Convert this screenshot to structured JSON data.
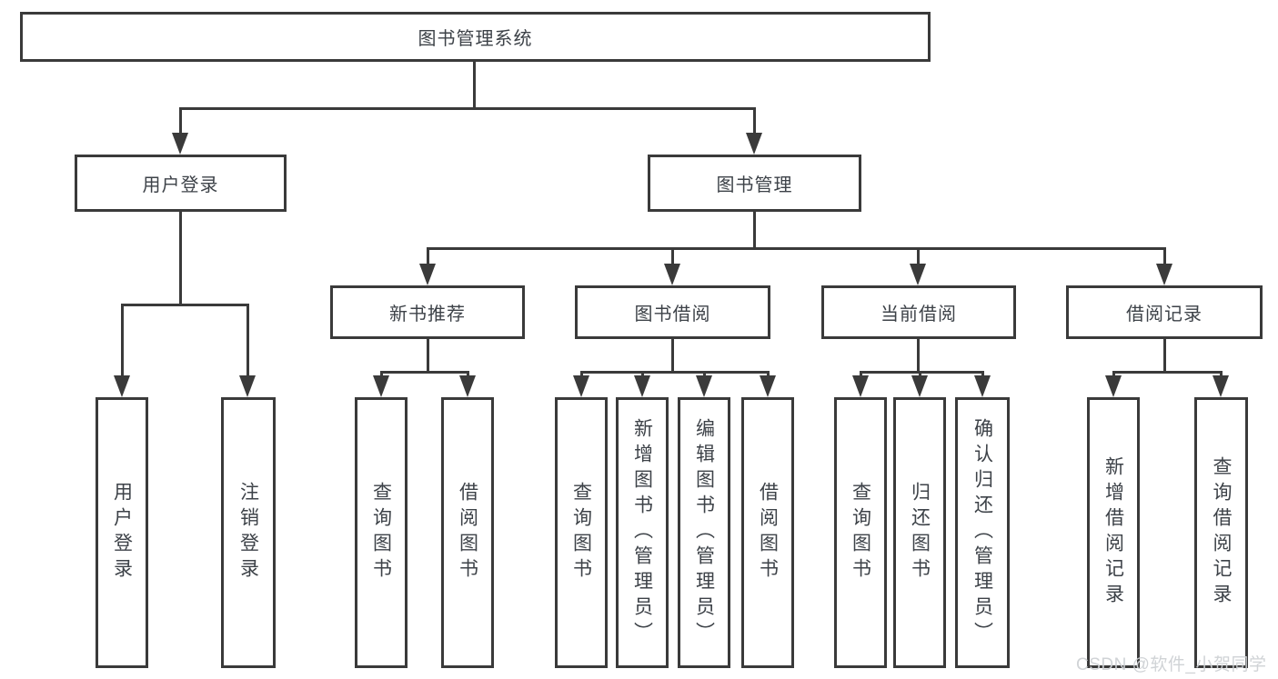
{
  "tree": {
    "label": "图书管理系统",
    "children": [
      {
        "label": "用户登录",
        "children": [
          {
            "label": "用户登录"
          },
          {
            "label": "注销登录"
          }
        ]
      },
      {
        "label": "图书管理",
        "children": [
          {
            "label": "新书推荐",
            "children": [
              {
                "label": "查询图书"
              },
              {
                "label": "借阅图书"
              }
            ]
          },
          {
            "label": "图书借阅",
            "children": [
              {
                "label": "查询图书"
              },
              {
                "label": "新增图书（管理员）"
              },
              {
                "label": "编辑图书（管理员）"
              },
              {
                "label": "借阅图书"
              }
            ]
          },
          {
            "label": "当前借阅",
            "children": [
              {
                "label": "查询图书"
              },
              {
                "label": "归还图书"
              },
              {
                "label": "确认归还（管理员）"
              }
            ]
          },
          {
            "label": "借阅记录",
            "children": [
              {
                "label": "新增借阅记录"
              },
              {
                "label": "查询借阅记录"
              }
            ]
          }
        ]
      }
    ]
  },
  "watermark": {
    "text": "CSDN @软件_小贺同学"
  },
  "colors": {
    "line": "#3a3a3a",
    "text": "#3d4248",
    "background": "#ffffff",
    "watermark": "#ced1d4"
  }
}
